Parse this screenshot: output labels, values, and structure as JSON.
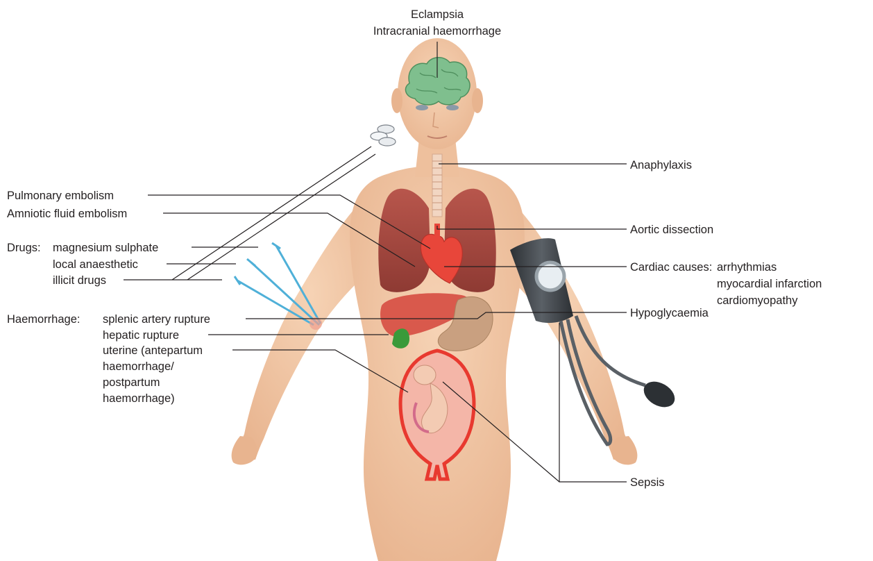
{
  "labels": {
    "eclampsia": "Eclampsia",
    "intracranial": "Intracranial haemorrhage",
    "anaphylaxis": "Anaphylaxis",
    "pulmonary_embolism": "Pulmonary embolism",
    "amniotic_fluid_embolism": "Amniotic fluid embolism",
    "aortic_dissection": "Aortic dissection",
    "drugs_heading": "Drugs:",
    "drug_magnesium": "magnesium sulphate",
    "drug_local": "local anaesthetic",
    "drug_illicit": "illicit drugs",
    "cardiac_heading": "Cardiac causes:",
    "cardiac_arrhythmias": "arrhythmias",
    "cardiac_mi": "myocardial infarction",
    "cardiac_cardiomyopathy": "cardiomyopathy",
    "haemorrhage_heading": "Haemorrhage:",
    "haem_splenic": "splenic artery rupture",
    "haem_hepatic": "hepatic rupture",
    "haem_uterine_1": "uterine (antepartum",
    "haem_uterine_2": "haemorrhage/",
    "haem_uterine_3": "postpartum",
    "haem_uterine_4": "haemorrhage)",
    "hypoglycaemia": "Hypoglycaemia",
    "sepsis": "Sepsis"
  },
  "icons": [
    "brain-icon",
    "tablets-icon",
    "syringe-icon",
    "lungs-icon",
    "heart-icon",
    "liver-icon",
    "stomach-icon",
    "uterus-icon",
    "fetus-icon",
    "blood-pressure-cuff-icon"
  ],
  "colors": {
    "skin": "#f3c9a6",
    "brain": "#7fbf8e",
    "lungs": "#a84a42",
    "heart": "#e8463a",
    "liver": "#d9594c",
    "uterus": "#e8392f",
    "syringe": "#4fb0d8",
    "cuff": "#3a3f44"
  }
}
